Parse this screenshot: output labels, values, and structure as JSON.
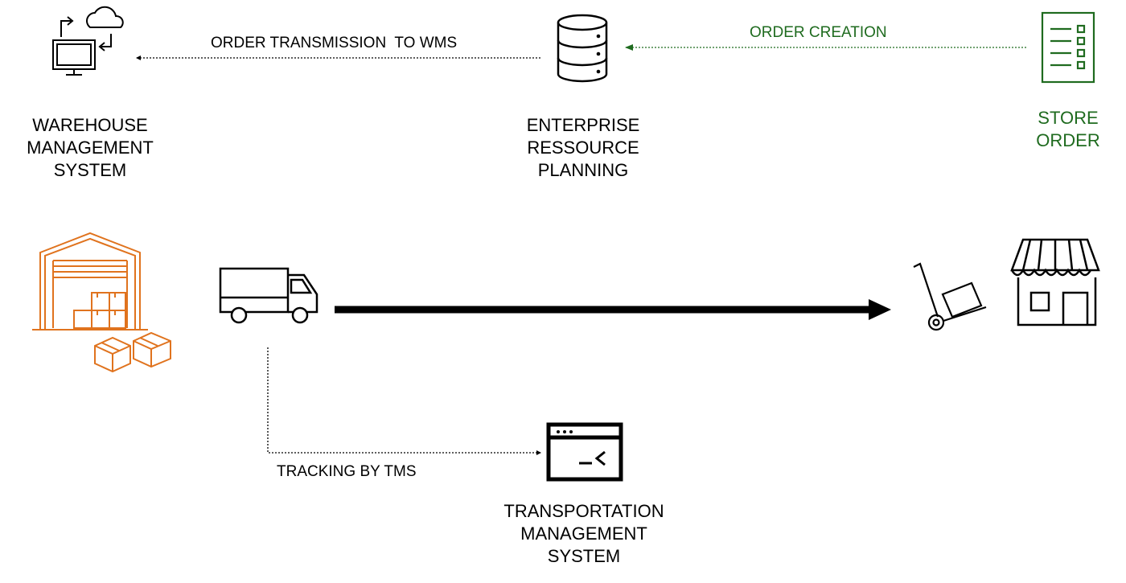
{
  "colors": {
    "line": "#000000",
    "store": "#1f6b1f",
    "warehouse": "#e0731e",
    "background": "#ffffff"
  },
  "nodes": {
    "wms": {
      "icon": "computer-cloud-sync-icon",
      "label": [
        "WAREHOUSE",
        "MANAGEMENT",
        "SYSTEM"
      ]
    },
    "erp": {
      "icon": "database-icon",
      "label": [
        "ENTERPRISE",
        "RESSOURCE",
        "PLANNING"
      ]
    },
    "store_order": {
      "icon": "checklist-document-icon",
      "label": [
        "STORE",
        "ORDER"
      ]
    },
    "tms": {
      "icon": "terminal-window-icon",
      "label": [
        "TRANSPORTATION",
        "MANAGEMENT",
        "SYSTEM"
      ]
    },
    "warehouse": {
      "icon": "warehouse-icon"
    },
    "truck": {
      "icon": "delivery-truck-icon"
    },
    "hand_truck": {
      "icon": "hand-truck-icon"
    },
    "store": {
      "icon": "storefront-icon"
    }
  },
  "edges": {
    "order_creation": {
      "label": "ORDER CREATION"
    },
    "order_transmission": {
      "label": "ORDER TRANSMISSION  TO WMS"
    },
    "tracking": {
      "label": "TRACKING BY TMS"
    }
  }
}
